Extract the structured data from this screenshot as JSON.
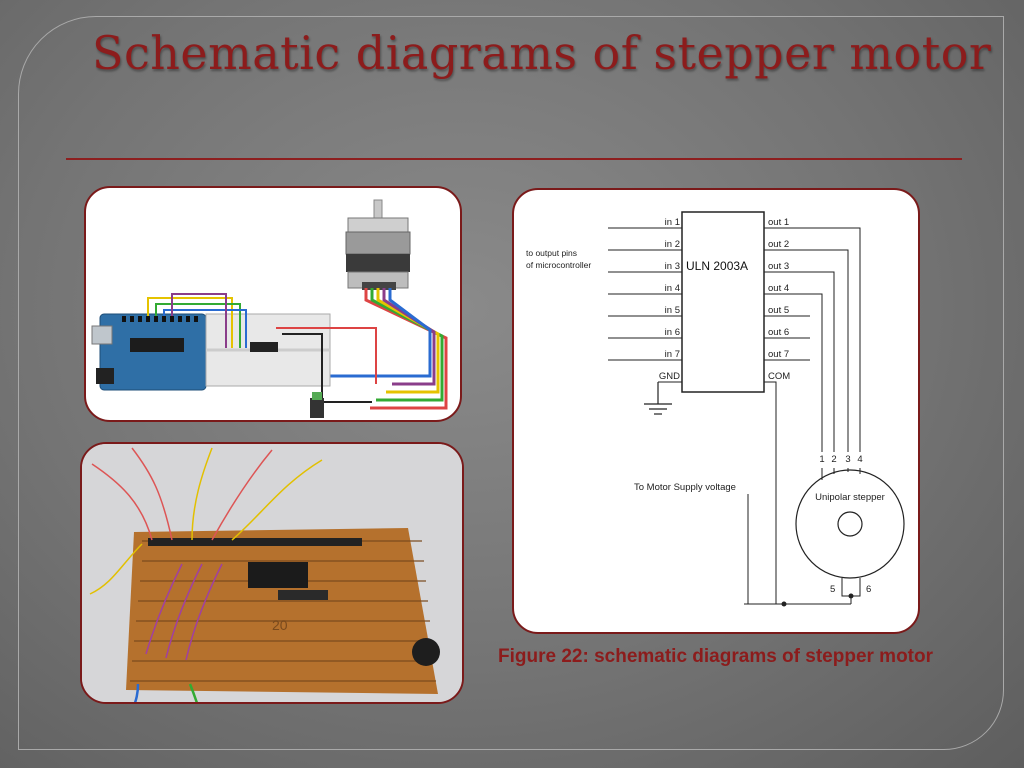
{
  "slide": {
    "title": "Schematic diagrams of stepper motor",
    "caption": "Figure 22: schematic diagrams of stepper motor"
  },
  "schematic": {
    "ic_label": "ULN 2003A",
    "left_pins": [
      "in 1",
      "in 2",
      "in 3",
      "in 4",
      "in 5",
      "in 6",
      "in 7",
      "GND"
    ],
    "right_pins": [
      "out 1",
      "out 2",
      "out 3",
      "out 4",
      "out 5",
      "out 6",
      "out 7",
      "COM"
    ],
    "input_note_line1": "to output pins",
    "input_note_line2": "of microcontroller",
    "supply_label": "To Motor Supply voltage",
    "motor_label": "Unipolar stepper",
    "coil_pins": [
      "1",
      "2",
      "3",
      "4"
    ],
    "common_pins": [
      "5",
      "6"
    ]
  },
  "photo": {
    "board_number": "20"
  },
  "colors": {
    "accent": "#8c1c1c",
    "panel_border": "#7a1a1a",
    "background": "#747474"
  }
}
